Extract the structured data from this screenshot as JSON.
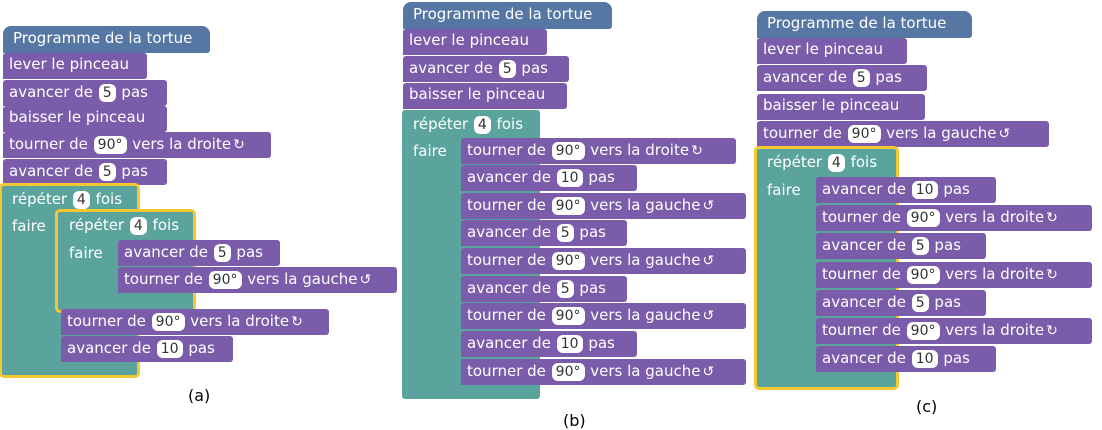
{
  "colors": {
    "hat": "#5677a3",
    "statement": "#7b5cab",
    "loop": "#5ba49d",
    "selection": "#f5c730"
  },
  "panels": [
    {
      "caption": "(a)",
      "hat": "Programme de la tortue",
      "pre": [
        [
          "lever le pinceau"
        ],
        [
          "avancer de",
          "5",
          "pas"
        ],
        [
          "baisser le pinceau"
        ],
        [
          "tourner de",
          "90°",
          "vers la droite",
          "↻"
        ],
        [
          "avancer de",
          "5",
          "pas"
        ]
      ],
      "outer_loop": {
        "repeat_word": "répéter",
        "count": "4",
        "times_word": "fois",
        "do_word": "faire",
        "inner_loop": {
          "repeat_word": "répéter",
          "count": "4",
          "times_word": "fois",
          "do_word": "faire",
          "body": [
            [
              "avancer de",
              "5",
              "pas"
            ],
            [
              "tourner de",
              "90°",
              "vers la gauche",
              "↺"
            ]
          ]
        },
        "after_inner": [
          [
            "tourner de",
            "90°",
            "vers la droite",
            "↻"
          ],
          [
            "avancer de",
            "10",
            "pas"
          ]
        ]
      }
    },
    {
      "caption": "(b)",
      "hat": "Programme de la tortue",
      "pre": [
        [
          "lever le pinceau"
        ],
        [
          "avancer de",
          "5",
          "pas"
        ],
        [
          "baisser le pinceau"
        ]
      ],
      "loop": {
        "repeat_word": "répéter",
        "count": "4",
        "times_word": "fois",
        "do_word": "faire",
        "body": [
          [
            "tourner de",
            "90°",
            "vers la droite",
            "↻"
          ],
          [
            "avancer de",
            "10",
            "pas"
          ],
          [
            "tourner de",
            "90°",
            "vers la gauche",
            "↺"
          ],
          [
            "avancer de",
            "5",
            "pas"
          ],
          [
            "tourner de",
            "90°",
            "vers la gauche",
            "↺"
          ],
          [
            "avancer de",
            "5",
            "pas"
          ],
          [
            "tourner de",
            "90°",
            "vers la gauche",
            "↺"
          ],
          [
            "avancer de",
            "10",
            "pas"
          ],
          [
            "tourner de",
            "90°",
            "vers la gauche",
            "↺"
          ]
        ]
      }
    },
    {
      "caption": "(c)",
      "hat": "Programme de la tortue",
      "pre": [
        [
          "lever le pinceau"
        ],
        [
          "avancer de",
          "5",
          "pas"
        ],
        [
          "baisser le pinceau"
        ],
        [
          "tourner de",
          "90°",
          "vers la gauche",
          "↺"
        ]
      ],
      "loop": {
        "repeat_word": "répéter",
        "count": "4",
        "times_word": "fois",
        "do_word": "faire",
        "body": [
          [
            "avancer de",
            "10",
            "pas"
          ],
          [
            "tourner de",
            "90°",
            "vers la droite",
            "↻"
          ],
          [
            "avancer de",
            "5",
            "pas"
          ],
          [
            "tourner de",
            "90°",
            "vers la droite",
            "↻"
          ],
          [
            "avancer de",
            "5",
            "pas"
          ],
          [
            "tourner de",
            "90°",
            "vers la droite",
            "↻"
          ],
          [
            "avancer de",
            "10",
            "pas"
          ]
        ]
      }
    }
  ]
}
